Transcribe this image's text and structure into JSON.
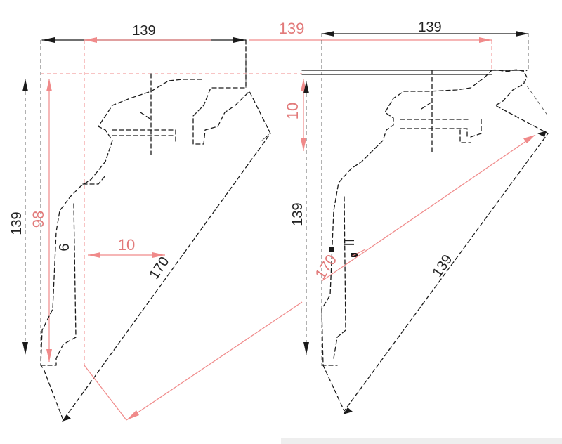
{
  "profiles": [
    {
      "id": "left",
      "dims": [
        {
          "key": "top_width",
          "text": "139",
          "color": "black"
        },
        {
          "key": "total_height",
          "text": "139",
          "color": "black"
        },
        {
          "key": "inner_height",
          "text": "98",
          "color": "red"
        },
        {
          "key": "wall_thickness",
          "text": "10",
          "color": "red"
        },
        {
          "key": "bottom_lip",
          "text": "6",
          "color": "black"
        },
        {
          "key": "diagonal",
          "text": "170",
          "color": "black"
        }
      ]
    },
    {
      "id": "right",
      "dims": [
        {
          "key": "overall_width",
          "text": "139",
          "color": "red"
        },
        {
          "key": "top_width",
          "text": "139",
          "color": "black"
        },
        {
          "key": "flange_height",
          "text": "10",
          "color": "red"
        },
        {
          "key": "total_height",
          "text": "139",
          "color": "black"
        },
        {
          "key": "diagonal",
          "text": "170",
          "color": "red"
        },
        {
          "key": "back_diagonal",
          "text": "139",
          "color": "black"
        }
      ]
    }
  ]
}
